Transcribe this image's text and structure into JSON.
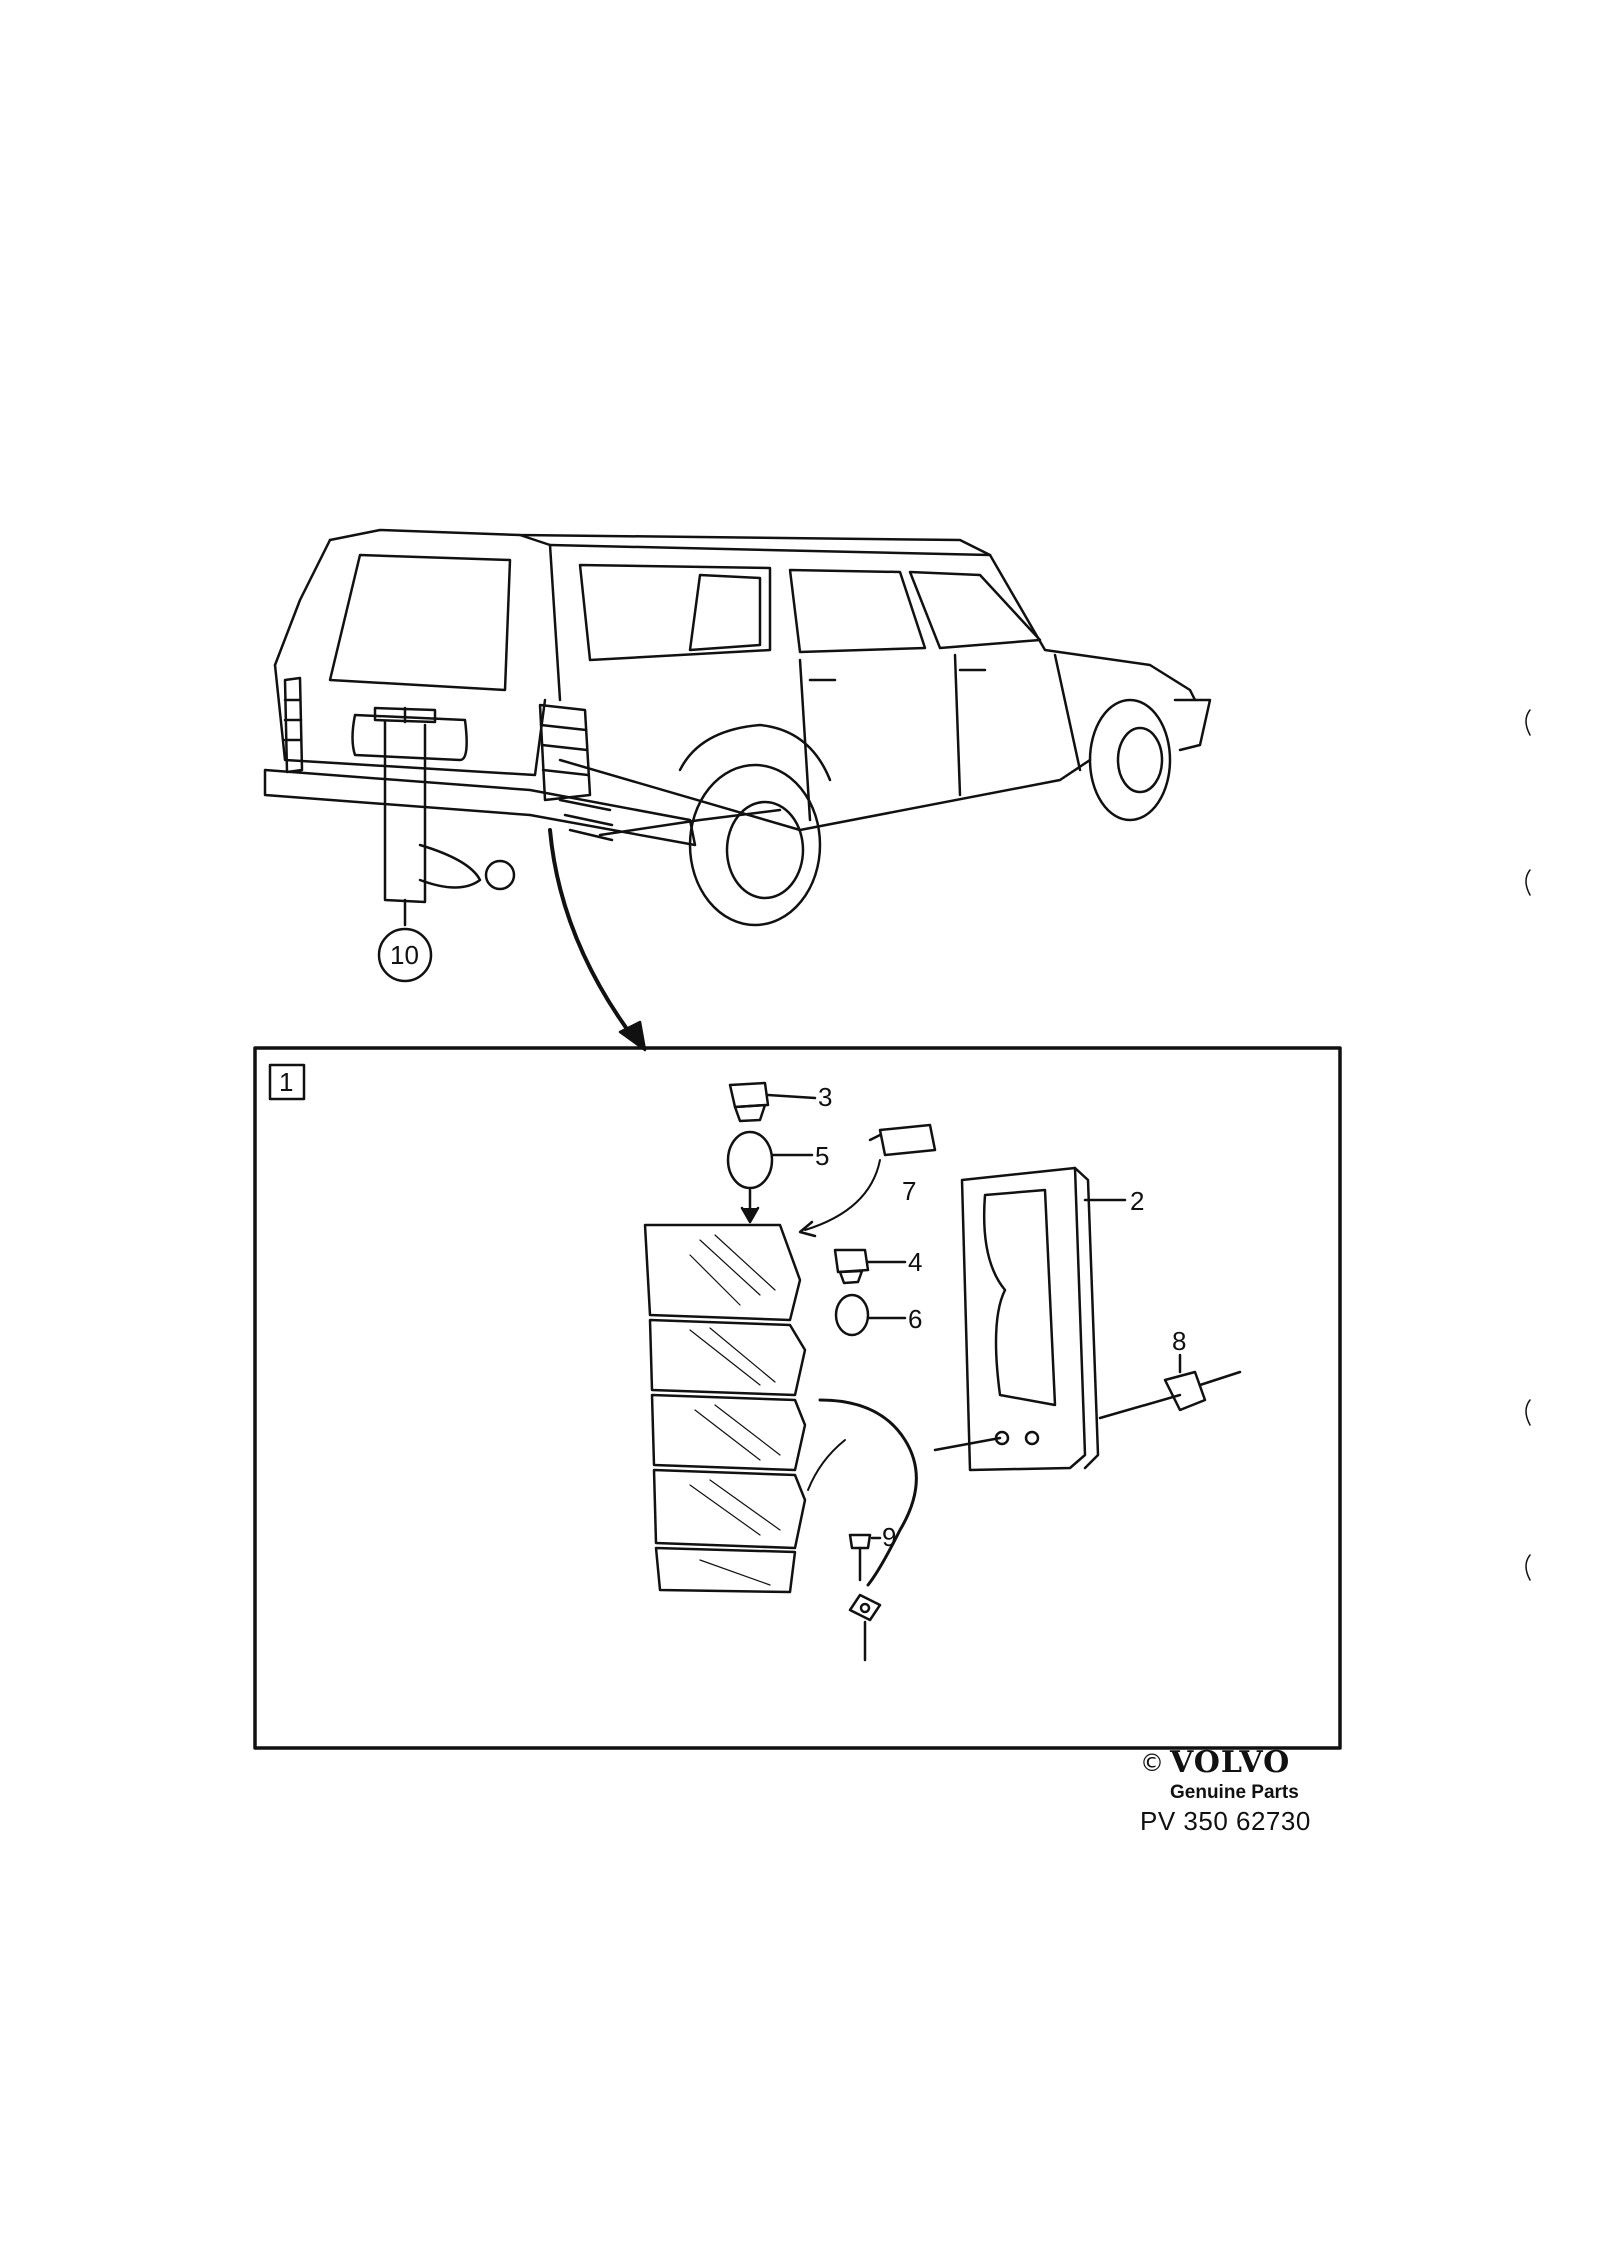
{
  "diagram": {
    "callouts": {
      "c1": "1",
      "c2": "2",
      "c3": "3",
      "c4": "4",
      "c5": "5",
      "c6": "6",
      "c7": "7",
      "c8": "8",
      "c9": "9",
      "c10": "10"
    }
  },
  "brand": {
    "copyright": "©",
    "name": "VOLVO",
    "tagline": "Genuine Parts",
    "reference": "PV 350 62730"
  }
}
